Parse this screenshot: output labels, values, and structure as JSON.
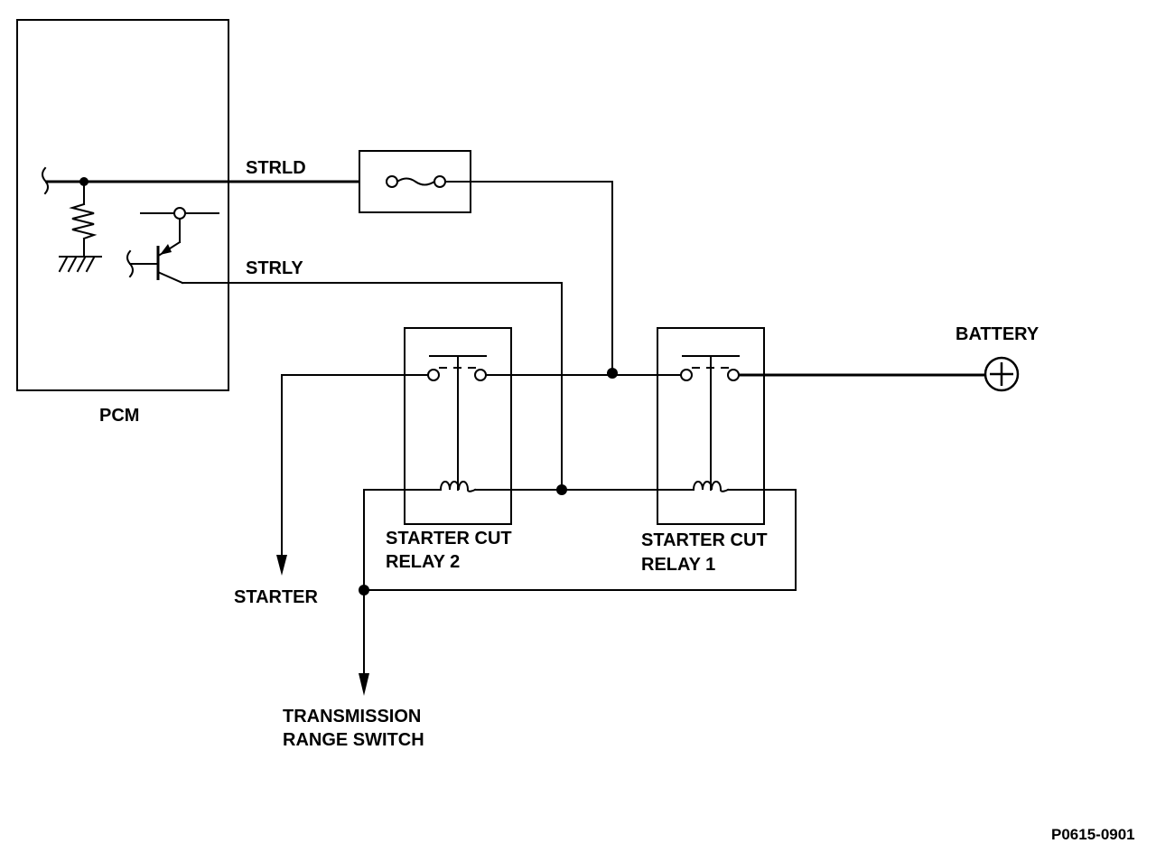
{
  "labels": {
    "pcm": "PCM",
    "strld": "STRLD",
    "strly": "STRLY",
    "battery": "BATTERY",
    "relay2_line1": "STARTER CUT",
    "relay2_line2": "RELAY 2",
    "relay1_line1": "STARTER CUT",
    "relay1_line2": "RELAY 1",
    "starter": "STARTER",
    "trs_line1": "TRANSMISSION",
    "trs_line2": "RANGE SWITCH",
    "figure_ref": "P0615-0901"
  },
  "icons": {
    "battery_terminal": "plus-in-circle",
    "fuse": "fuse",
    "relay_contact": "switch-contact",
    "relay_coil": "coil",
    "pcm_pullup": "resistor",
    "pcm_ground": "ground",
    "pcm_driver": "transistor"
  }
}
